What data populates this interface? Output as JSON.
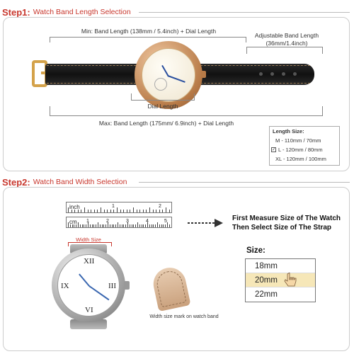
{
  "step1": {
    "number": "Step1:",
    "title": "Watch Band Length Selection",
    "min_label": "Min: Band Length (138mm / 5.4inch) + Dial Length",
    "adjustable_label_1": "Adjustable Band Length",
    "adjustable_label_2": "(36mm/1.4inch)",
    "dial_label": "Dial Length",
    "max_label": "Max: Band Length (175mm/ 6.9inch) + Dial Length",
    "size_table": {
      "title": "Length Size:",
      "rows": [
        "M - 110mm / 70mm",
        "L - 120mm / 80mm",
        "XL - 120mm / 100mm"
      ],
      "checked_index": 1
    }
  },
  "step2": {
    "number": "Step2:",
    "title": "Watch Band Width Selection",
    "ruler_inch": {
      "label": "inch",
      "numbers": [
        "1",
        "2"
      ]
    },
    "ruler_cm": {
      "label": "cm",
      "numbers": [
        "1",
        "2",
        "3",
        "4",
        "5"
      ]
    },
    "width_size_label": "Width Size",
    "instruction_1": "First Measure Size of The Watch",
    "instruction_2": "Then Select Size of The Strap",
    "mark_caption": "Width size mark on watch band",
    "size_title": "Size:",
    "sizes": [
      "18mm",
      "20mm",
      "22mm"
    ],
    "selected_index": 1
  },
  "colors": {
    "accent": "#c8372d",
    "selected": "#f6e7b8",
    "strap": "#151515",
    "case_gold": "#c98f5a"
  }
}
